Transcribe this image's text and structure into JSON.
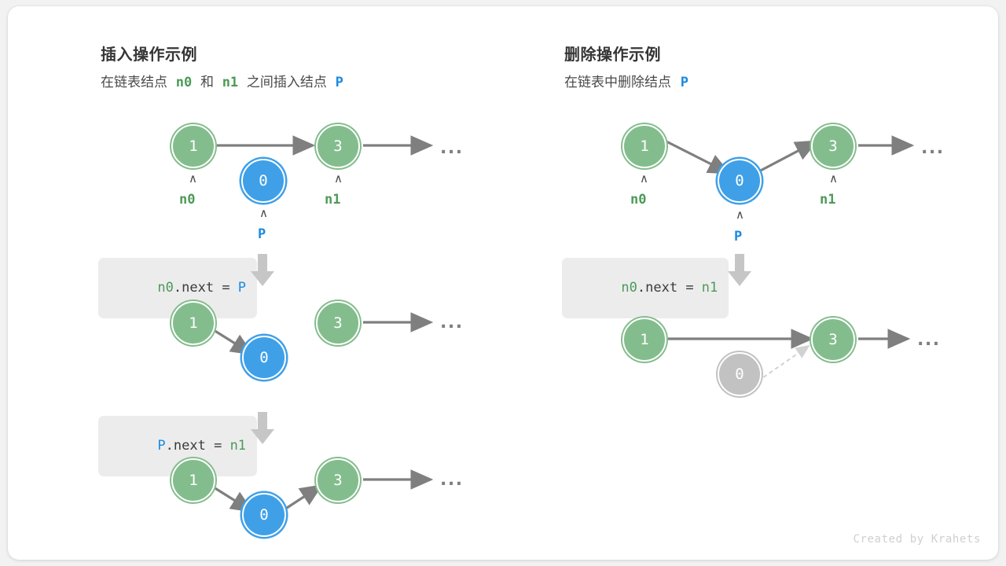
{
  "footer": {
    "credit": "Created by Krahets"
  },
  "panels": {
    "insert": {
      "title": "插入操作示例",
      "subtitle_parts": {
        "p1": "在链表结点",
        "n0": "n0",
        "p2": "和",
        "n1": "n1",
        "p3": "之间插入结点",
        "p": "P"
      },
      "steps": [
        {
          "code": {
            "a": "n0",
            "mid": ".next = ",
            "b": "P"
          },
          "nodes": [
            {
              "value": "1",
              "kind": "green",
              "label": "n0"
            },
            {
              "value": "0",
              "kind": "blue",
              "label": "P"
            },
            {
              "value": "3",
              "kind": "green",
              "label": "n1"
            }
          ],
          "tail": "..."
        },
        {
          "code": {
            "a": "P",
            "mid": ".next = ",
            "b": "n1"
          },
          "nodes": [
            {
              "value": "1",
              "kind": "green"
            },
            {
              "value": "0",
              "kind": "blue"
            },
            {
              "value": "3",
              "kind": "green"
            }
          ],
          "tail": "..."
        },
        {
          "nodes": [
            {
              "value": "1",
              "kind": "green"
            },
            {
              "value": "0",
              "kind": "blue"
            },
            {
              "value": "3",
              "kind": "green"
            }
          ],
          "tail": "..."
        }
      ]
    },
    "remove": {
      "title": "删除操作示例",
      "subtitle_parts": {
        "p1": "在链表中删除结点",
        "p": "P"
      },
      "steps": [
        {
          "code": {
            "a": "n0",
            "mid": ".next = ",
            "b": "n1"
          },
          "nodes": [
            {
              "value": "1",
              "kind": "green",
              "label": "n0"
            },
            {
              "value": "0",
              "kind": "blue",
              "label": "P"
            },
            {
              "value": "3",
              "kind": "green",
              "label": "n1"
            }
          ],
          "tail": "..."
        },
        {
          "nodes": [
            {
              "value": "1",
              "kind": "green"
            },
            {
              "value": "0",
              "kind": "gray"
            },
            {
              "value": "3",
              "kind": "green"
            }
          ],
          "tail": "..."
        }
      ]
    }
  },
  "colors": {
    "node_green": "#84bd8d",
    "node_blue": "#3fa0e8",
    "node_gray": "#c2c2c2",
    "label_green": "#4c9a57",
    "label_blue": "#1a8ae0",
    "edge": "#7f7f7f",
    "edge_dashed": "#d2d2d2",
    "chip_bg": "#ececed",
    "card_bg": "#ffffff",
    "page_bg": "#f2f2f2"
  }
}
